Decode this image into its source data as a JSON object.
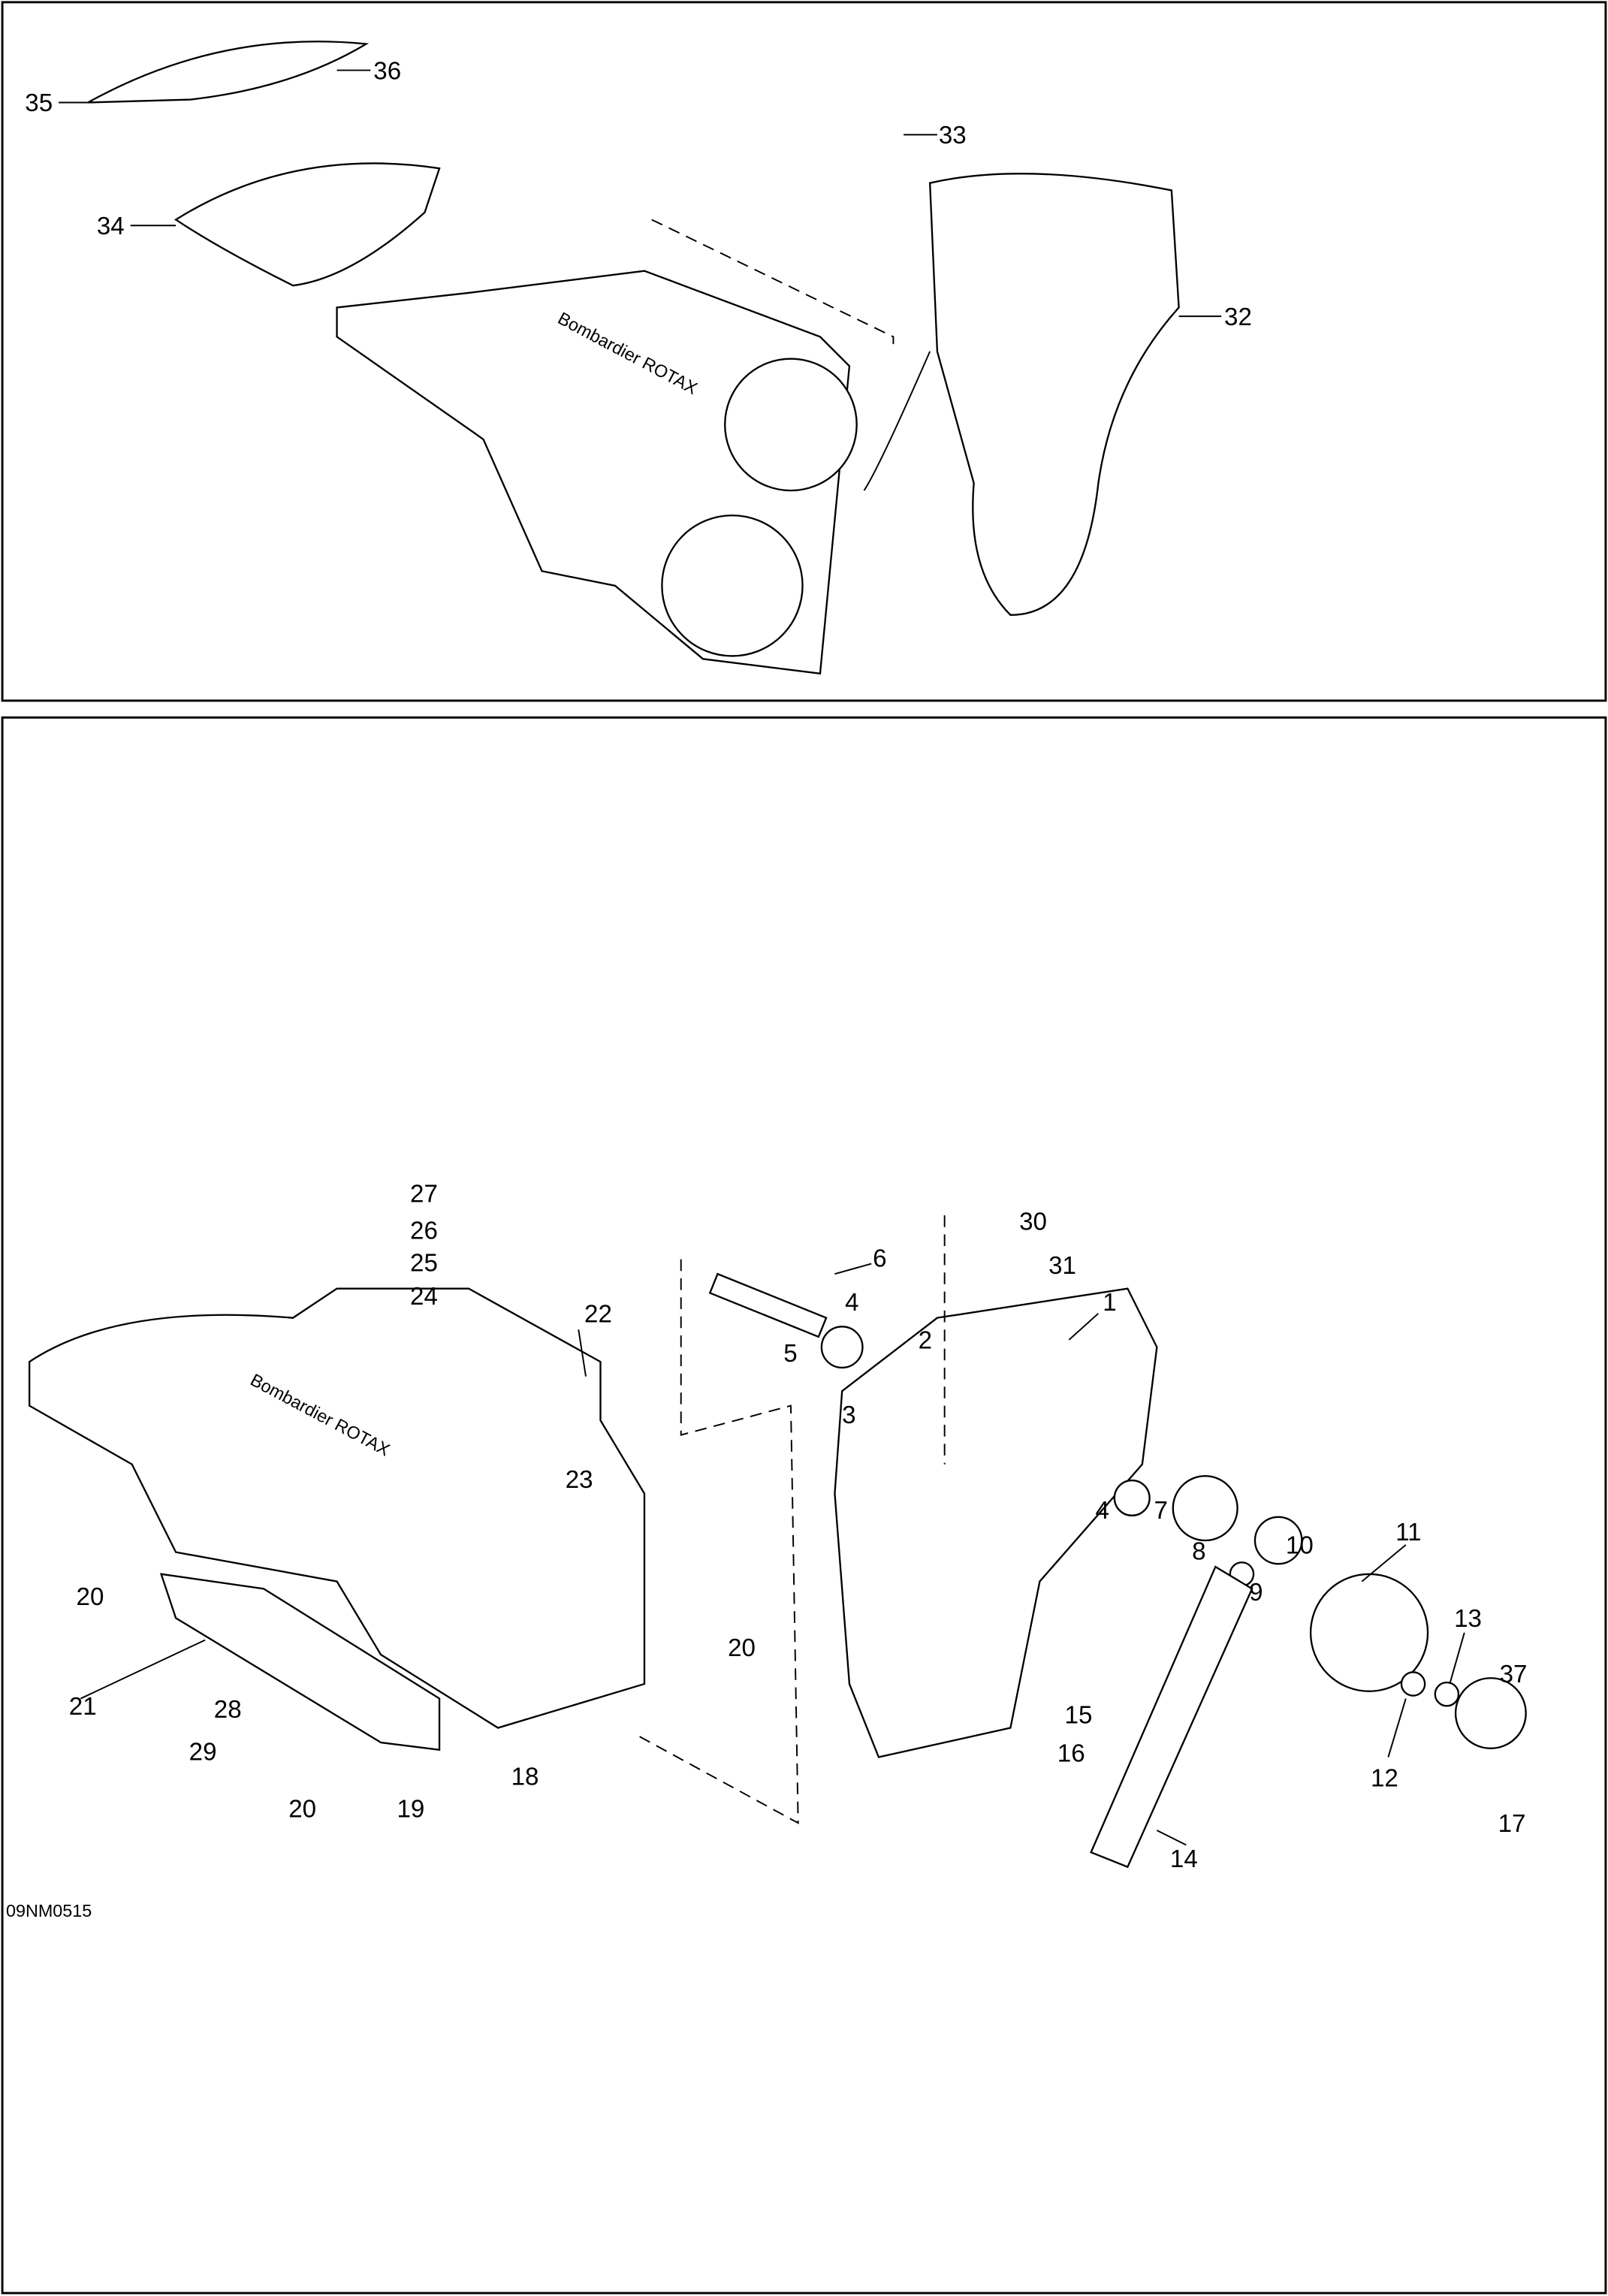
{
  "diagram_code": "09NM0515",
  "top_panel": {
    "callouts": [
      "35",
      "36",
      "33",
      "34",
      "32"
    ],
    "logo_text": "Bombardier ROTAX"
  },
  "bottom_panel": {
    "callouts": [
      "27",
      "26",
      "25",
      "24",
      "22",
      "23",
      "20",
      "20",
      "21",
      "28",
      "29",
      "20",
      "19",
      "18",
      "6",
      "30",
      "31",
      "4",
      "5",
      "2",
      "3",
      "1",
      "4",
      "7",
      "8",
      "9",
      "10",
      "11",
      "13",
      "37",
      "12",
      "15",
      "16",
      "17",
      "14"
    ],
    "logo_text": "Bombardier ROTAX"
  }
}
